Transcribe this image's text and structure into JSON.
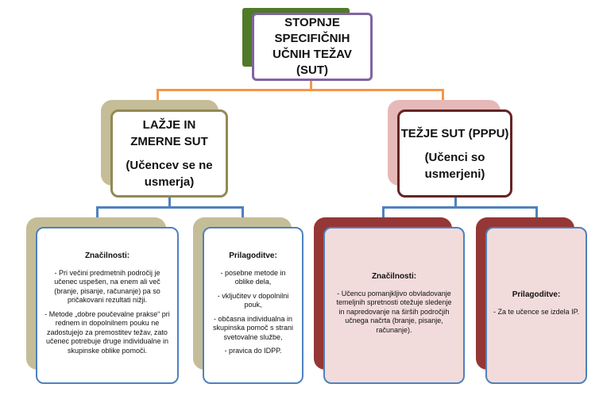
{
  "colors": {
    "top_accent": "#4f7a28",
    "top_border": "#8064a2",
    "connector_top": "#f79646",
    "connector_bottom": "#4f81bd",
    "left_border": "#938953",
    "left_shadow": "#c4bd97",
    "right_border": "#632523",
    "right_shadow": "#e6b9b8",
    "leaf_border": "#4f81bd",
    "leaf_left_shadow": "#c4bd97",
    "leaf_right_shadow": "#953735",
    "leaf_right_fill": "#f2dcdb"
  },
  "root": {
    "lines": [
      "STOPNJE",
      "SPECIFIČNIH",
      "UČNIH TEŽAV",
      "(SUT)"
    ]
  },
  "left_branch": {
    "title_lines": [
      "LAŽJE IN",
      "ZMERNE SUT"
    ],
    "subtitle_lines": [
      "(Učencev se ne",
      "usmerja)"
    ],
    "characteristics": {
      "title": "Značilnosti:",
      "items": [
        "- Pri večini predmetnih področij je učenec uspešen, na enem ali več (branje, pisanje, računanje) pa so pričakovani rezultati nižji.",
        "- Metode „dobre poučevalne prakse“ pri rednem in dopolnilnem pouku ne zadostujejo za premostitev težav, zato učenec potrebuje druge individualne in skupinske oblike pomoči."
      ]
    },
    "adaptations": {
      "title": "Prilagoditve:",
      "items": [
        "- posebne metode in oblike dela,",
        "- vključitev v dopolnilni pouk,",
        "- občasna individualna in skupinska pomoč s strani svetovalne službe,",
        "- pravica do IDPP."
      ]
    }
  },
  "right_branch": {
    "title_lines": [
      "TEŽJE SUT (PPPU)"
    ],
    "subtitle_lines": [
      "(Učenci so",
      "usmerjeni)"
    ],
    "characteristics": {
      "title": "Značilnosti:",
      "items": [
        "- Učencu pomanjkljivo obvladovanje temeljnih spretnosti otežuje sledenje in napredovanje na širših področjih učnega načrta (branje, pisanje, računanje)."
      ]
    },
    "adaptations": {
      "title": "Prilagoditve:",
      "items": [
        "- Za te učence se izdela IP."
      ]
    }
  }
}
